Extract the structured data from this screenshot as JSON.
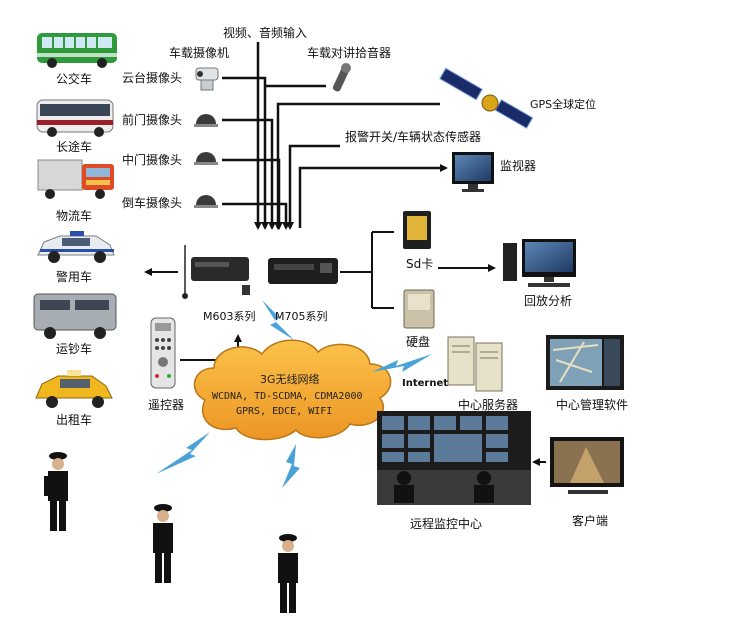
{
  "colors": {
    "arrow": "#111111",
    "cloud": "#f3a82b",
    "cloud_edge": "#b9761a",
    "lightning": "#4aa3d8",
    "bus": "#2e9a3c",
    "taxi": "#f0b81e"
  },
  "vehicles": [
    {
      "label": "公交车",
      "icon": "bus-icon"
    },
    {
      "label": "长途车",
      "icon": "coach-icon"
    },
    {
      "label": "物流车",
      "icon": "truck-icon"
    },
    {
      "label": "警用车",
      "icon": "police-car-icon"
    },
    {
      "label": "运钞车",
      "icon": "armored-van-icon"
    },
    {
      "label": "出租车",
      "icon": "taxi-icon"
    }
  ],
  "cameras": [
    {
      "label": "云台摄像头",
      "icon": "ptz-camera-icon"
    },
    {
      "label": "前门摄像头",
      "icon": "dome-camera-icon"
    },
    {
      "label": "中门摄像头",
      "icon": "dome-camera-icon"
    },
    {
      "label": "倒车摄像头",
      "icon": "dome-camera-icon"
    }
  ],
  "top": {
    "av_input": "视频、音频输入",
    "vehicle_camera": "车载摄像机",
    "intercom": "车载对讲拾音器"
  },
  "gps_label": "GPS全球定位",
  "alarm_label": "报警开关/车辆状态传感器",
  "monitor_label": "监视器",
  "dvr": {
    "m603": "M603系列",
    "m705": "M705系列"
  },
  "sd_label": "Sd卡",
  "hdd_label": "硬盘",
  "playback_label": "回放分析",
  "remote_label": "遥控器",
  "cloud": {
    "title": "3G无线网络",
    "line1": "WCDNA, TD-SCDMA, CDMA2000",
    "line2": "GPRS, EDCE, WIFI"
  },
  "internet_label": "Internet",
  "center_server_label": "中心服务器",
  "center_software_label": "中心管理软件",
  "remote_center_label": "远程监控中心",
  "client_label": "客户端"
}
